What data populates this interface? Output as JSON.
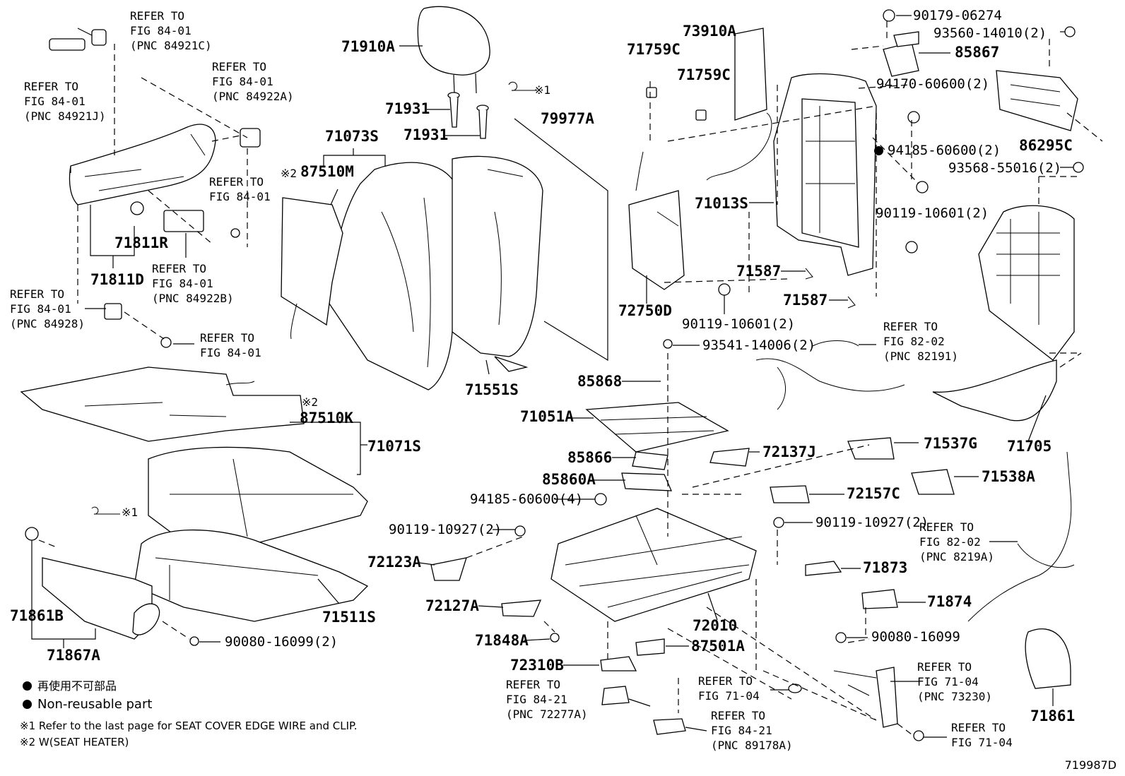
{
  "diagram_code": "719987D",
  "legend": {
    "jp_nonreusable": "再使用不可部品",
    "en_nonreusable": "Non-reusable part",
    "note1": "※1  Refer to the last page for SEAT COVER EDGE WIRE and CLIP.",
    "note2": "※2  W(SEAT HEATER)"
  },
  "marks": {
    "ast1": "※1",
    "ast2": "※2"
  },
  "parts": {
    "p71910A": "71910A",
    "p71931a": "71931",
    "p71931b": "71931",
    "p71073S": "71073S",
    "p87510M": "87510M",
    "p79977A": "79977A",
    "p71551S": "71551S",
    "p71811R": "71811R",
    "p71811D": "71811D",
    "p87510K": "87510K",
    "p71071S": "71071S",
    "p71511S": "71511S",
    "p71861B": "71861B",
    "p71867A": "71867A",
    "p90080_16099_2": "90080-16099(2)",
    "p71759Ca": "71759C",
    "p71759Cb": "71759C",
    "p73910A": "73910A",
    "p71013S": "71013S",
    "p72750D": "72750D",
    "p71587a": "71587",
    "p71587b": "71587",
    "p90119_10601_2a": "90119-10601(2)",
    "p93541_14006_2": "93541-14006(2)",
    "p85868": "85868",
    "p71051A": "71051A",
    "p72137J": "72137J",
    "p85866": "85866",
    "p85860A": "85860A",
    "p94185_60600_4": "94185-60600(4)",
    "p90119_10927_2a": "90119-10927(2)",
    "p72123A": "72123A",
    "p72127A": "72127A",
    "p71848A": "71848A",
    "p72310B": "72310B",
    "p72157C": "72157C",
    "p90119_10927_2b": "90119-10927(2)",
    "p71873": "71873",
    "p72010": "72010",
    "p87501A": "87501A",
    "p71874": "71874",
    "p90080_16099": "90080-16099",
    "p90179_06274": "90179-06274",
    "p93560_14010_2": "93560-14010(2)",
    "p85867": "85867",
    "p94170_60600_2": "94170-60600(2)",
    "p94185_60600_2": "94185-60600(2)",
    "p86295C": "86295C",
    "p93568_55016_2": "93568-55016(2)",
    "p90119_10601_2b": "90119-10601(2)",
    "p71537G": "71537G",
    "p71538A": "71538A",
    "p71705": "71705",
    "p71861": "71861"
  },
  "refs": {
    "r84921C": "REFER TO\nFIG 84-01\n(PNC 84921C)",
    "r84921J": "REFER TO\nFIG 84-01\n(PNC 84921J)",
    "r84922A": "REFER TO\nFIG 84-01\n(PNC 84922A)",
    "r8401a": "REFER TO\nFIG 84-01",
    "r84922B": "REFER TO\nFIG 84-01\n(PNC 84922B)",
    "r84928": "REFER TO\nFIG 84-01\n(PNC 84928)",
    "r8401b": "REFER TO\nFIG 84-01",
    "r82191": "REFER TO\nFIG 82-02\n(PNC 82191)",
    "r8219A": "REFER TO\nFIG 82-02\n(PNC 8219A)",
    "r72277A": "REFER TO\nFIG 84-21\n(PNC 72277A)",
    "r7104a": "REFER TO\nFIG 71-04",
    "r89178A": "REFER TO\nFIG 84-21\n(PNC 89178A)",
    "r73230": "REFER TO\nFIG 71-04\n(PNC 73230)",
    "r7104b": "REFER TO\nFIG 71-04"
  }
}
